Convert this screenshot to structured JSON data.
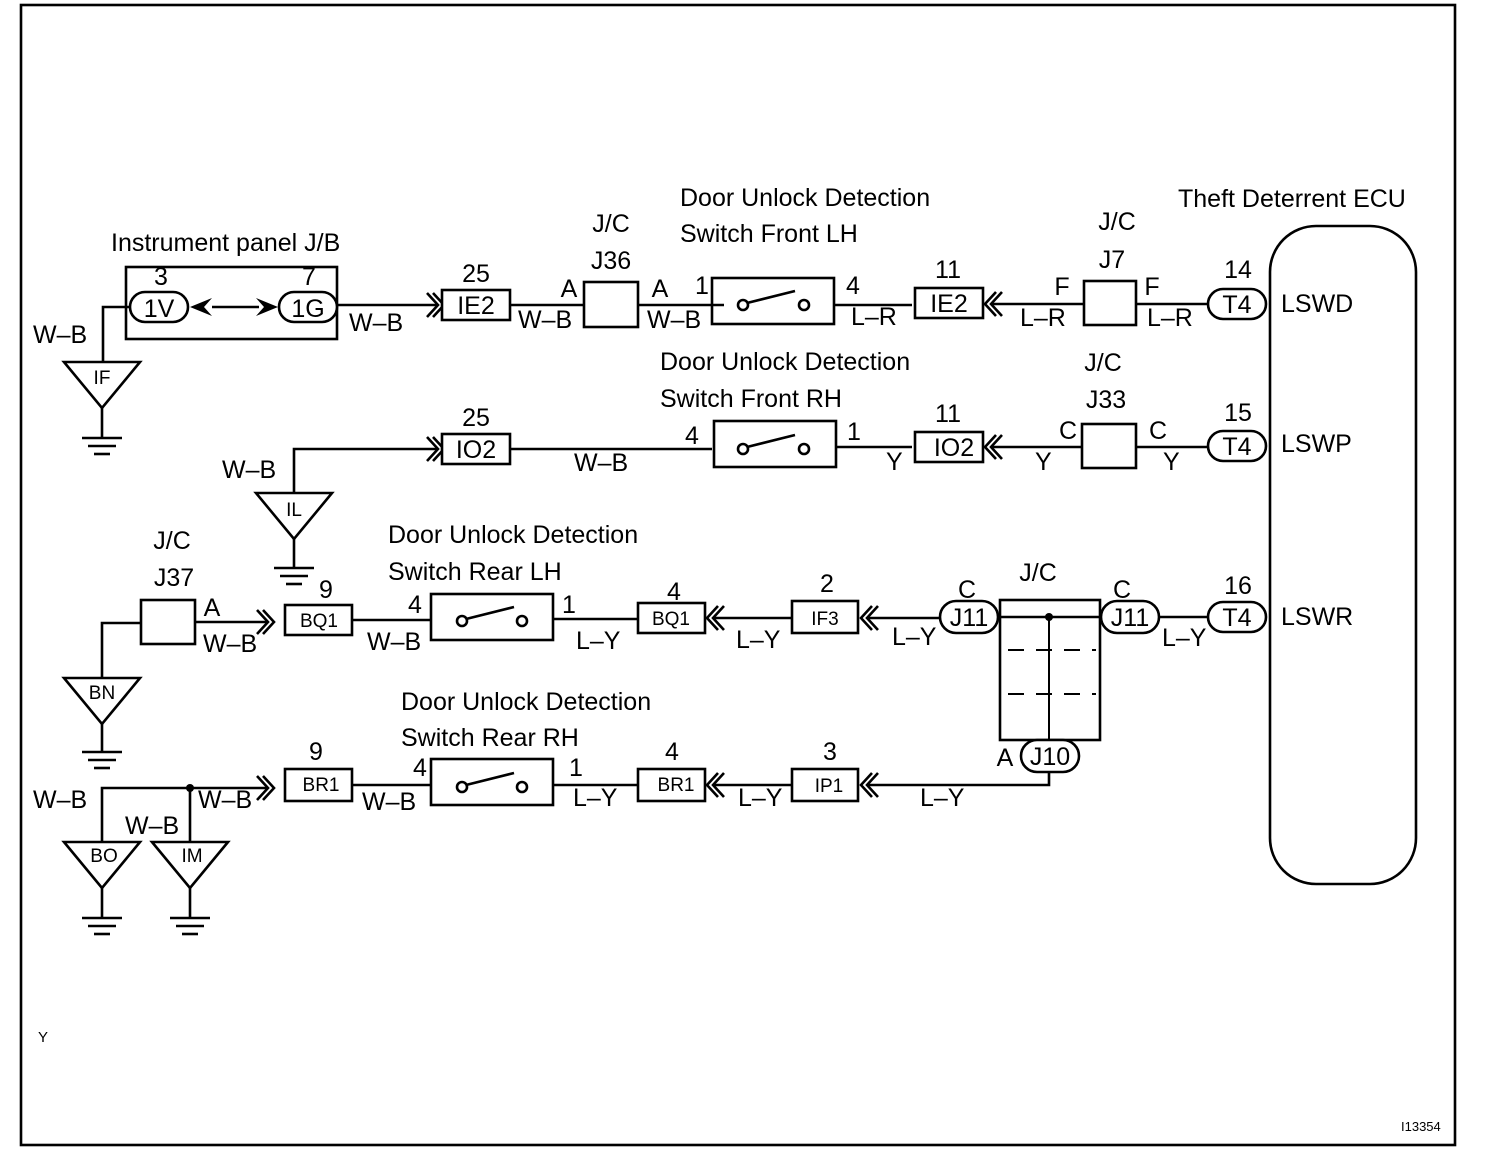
{
  "diagram": {
    "figure_id": "I13354",
    "corner_mark": "Y",
    "instrument_panel_jb": {
      "title": "Instrument panel J/B",
      "pin_left": "3",
      "conn_left": "1V",
      "pin_right": "7",
      "conn_right": "1G"
    },
    "ecu": {
      "title": "Theft Deterrent ECU",
      "terminals": [
        {
          "pin": "14",
          "conn": "T4",
          "name": "LSWD"
        },
        {
          "pin": "15",
          "conn": "T4",
          "name": "LSWP"
        },
        {
          "pin": "16",
          "conn": "T4",
          "name": "LSWR"
        }
      ]
    },
    "switches": {
      "front_lh": {
        "line1": "Door Unlock Detection",
        "line2": "Switch Front LH",
        "pin_a": "1",
        "pin_b": "4"
      },
      "front_rh": {
        "line1": "Door Unlock Detection",
        "line2": "Switch Front RH",
        "pin_a": "4",
        "pin_b": "1"
      },
      "rear_lh": {
        "line1": "Door Unlock Detection",
        "line2": "Switch Rear LH",
        "pin_a": "4",
        "pin_b": "1"
      },
      "rear_rh": {
        "line1": "Door Unlock Detection",
        "line2": "Switch Rear RH",
        "pin_a": "4",
        "pin_b": "1"
      }
    },
    "junction_connectors": {
      "jc_label": "J/C",
      "j36": {
        "name": "J36",
        "pin_in": "A",
        "pin_out": "A"
      },
      "j7": {
        "name": "J7",
        "pin_in": "F",
        "pin_out": "F"
      },
      "j33": {
        "name": "J33",
        "pin_in": "C",
        "pin_out": "C"
      },
      "j37": {
        "name": "J37",
        "pin": "A"
      },
      "j11": {
        "name": "J11",
        "pin_in": "C",
        "pin_out": "C"
      },
      "j10": {
        "name": "J10",
        "pin": "A"
      }
    },
    "connectors": {
      "ie2_left": {
        "pin": "25",
        "name": "IE2"
      },
      "ie2_right": {
        "pin": "11",
        "name": "IE2"
      },
      "io2_left": {
        "pin": "25",
        "name": "IO2"
      },
      "io2_right": {
        "pin": "11",
        "name": "IO2"
      },
      "bq1_left": {
        "pin": "9",
        "name": "BQ1"
      },
      "bq1_right": {
        "pin": "4",
        "name": "BQ1"
      },
      "if3": {
        "pin": "2",
        "name": "IF3"
      },
      "br1_left": {
        "pin": "9",
        "name": "BR1"
      },
      "br1_right": {
        "pin": "4",
        "name": "BR1"
      },
      "ip1": {
        "pin": "3",
        "name": "IP1"
      }
    },
    "grounds": [
      "IF",
      "IL",
      "BN",
      "BO",
      "IM"
    ],
    "wire_colors": {
      "wb": "W–B",
      "lr": "L–R",
      "y": "Y",
      "ly": "L–Y"
    }
  }
}
